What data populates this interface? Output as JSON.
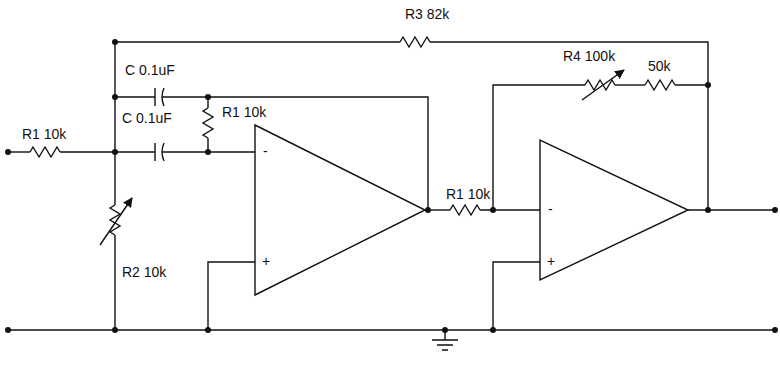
{
  "diagram": {
    "labels": [
      "R3 82k",
      "C 0.1uF",
      "C 0.1uF",
      "R1 10k",
      "R1 10k",
      "R1 10k",
      "R4 100k",
      "50k",
      "R2 10k",
      "-",
      "+",
      "-",
      "+"
    ]
  }
}
